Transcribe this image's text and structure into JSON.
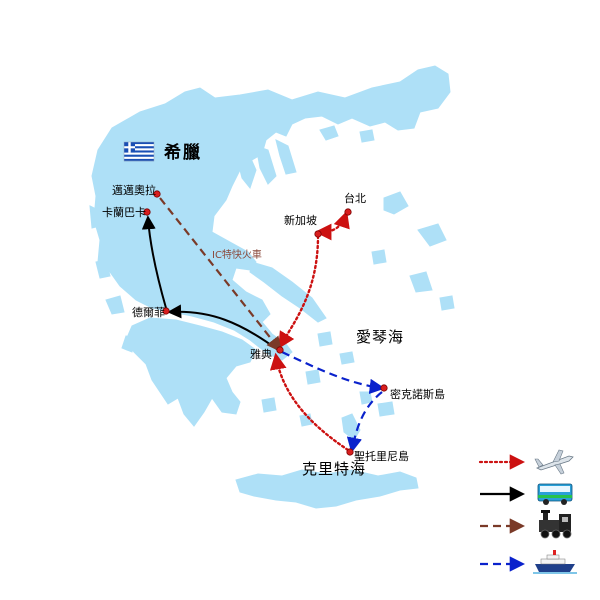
{
  "map": {
    "country_name": "希臘",
    "seas": {
      "aegean": "愛琴海",
      "cretan": "克里特海"
    },
    "train_label": "IC特快火車",
    "cities": {
      "taipei": "台北",
      "singapore": "新加坡",
      "meteora": "邁邁奧拉",
      "kalambaka": "卡蘭巴卡",
      "delphi": "德爾菲",
      "athens": "雅典",
      "mykonos": "密克諾斯島",
      "santorini": "聖托里尼島"
    },
    "legend": [
      {
        "mode": "airplane-icon",
        "line_color": "#cc1111",
        "line_style": "dotted"
      },
      {
        "mode": "bus-icon",
        "line_color": "#000000",
        "line_style": "solid"
      },
      {
        "mode": "train-icon",
        "line_color": "#7a3a28",
        "line_style": "dashed"
      },
      {
        "mode": "ferry-icon",
        "line_color": "#0a22cc",
        "line_style": "dashed"
      }
    ],
    "colors": {
      "land": "#aee0f7",
      "flag_blue": "#1a4fb5",
      "flight": "#cc1111",
      "bus": "#000000",
      "train": "#7a3a28",
      "ferry": "#0a22cc"
    }
  }
}
